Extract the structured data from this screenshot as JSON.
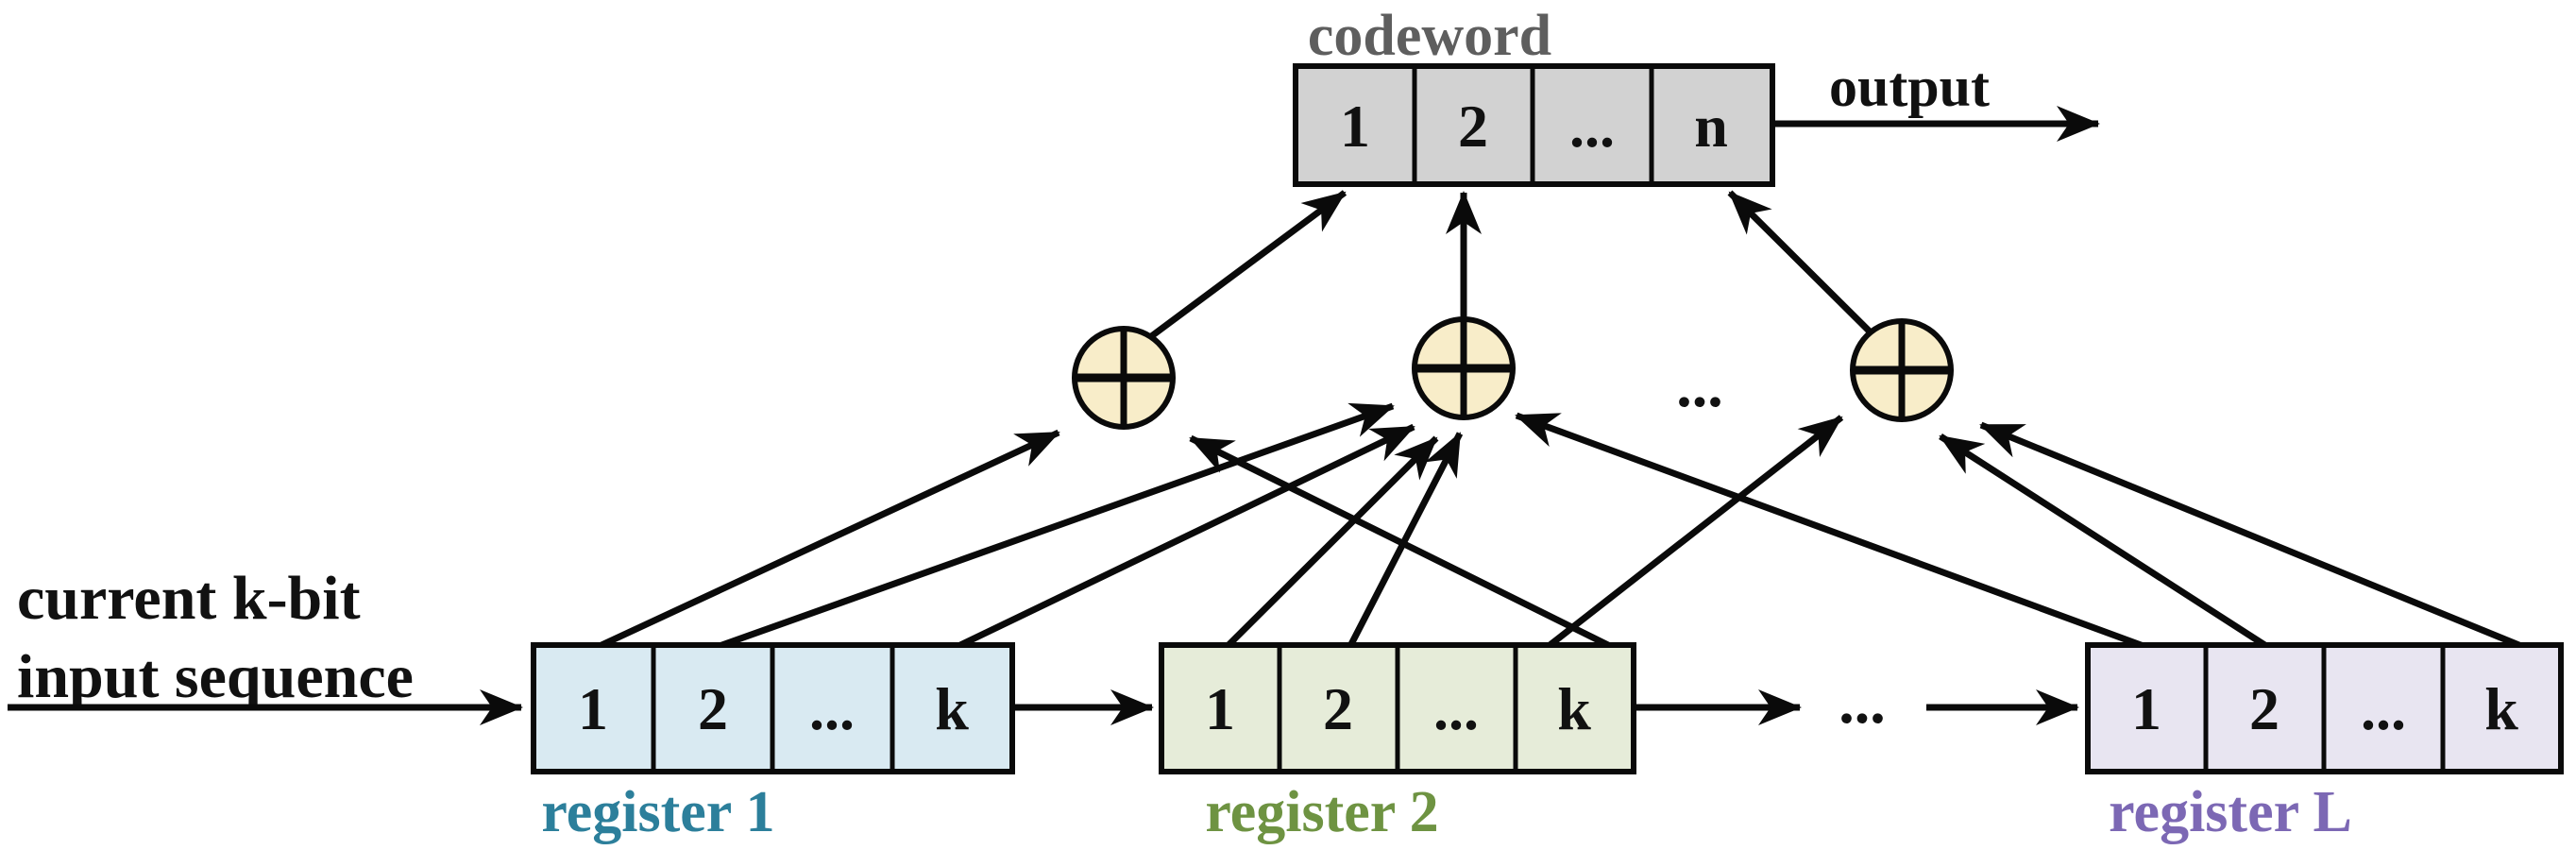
{
  "figure": {
    "background": "#ffffff",
    "line_color": "#0a0a0a"
  },
  "input_label": {
    "line1": "current k-bit",
    "line2": "input sequence"
  },
  "codeword": {
    "label": "codeword",
    "label_color": "#5e5e5e",
    "fill": "#d2d2d2",
    "cells": [
      "1",
      "2",
      "...",
      "n"
    ]
  },
  "output_label": "output",
  "xor": {
    "fill": "#f8edc9",
    "ellipsis": "..."
  },
  "registers": [
    {
      "label": "register 1",
      "label_color": "#2c7f9b",
      "fill": "#d9eaf2",
      "cells": [
        "1",
        "2",
        "...",
        "k"
      ]
    },
    {
      "label": "register 2",
      "label_color": "#6e9342",
      "fill": "#e6ecd9",
      "cells": [
        "1",
        "2",
        "...",
        "k"
      ]
    },
    {
      "label": "register L",
      "label_color": "#7c68b4",
      "fill": "#e8e5f1",
      "cells": [
        "1",
        "2",
        "...",
        "k"
      ]
    }
  ],
  "register_ellipsis": "..."
}
